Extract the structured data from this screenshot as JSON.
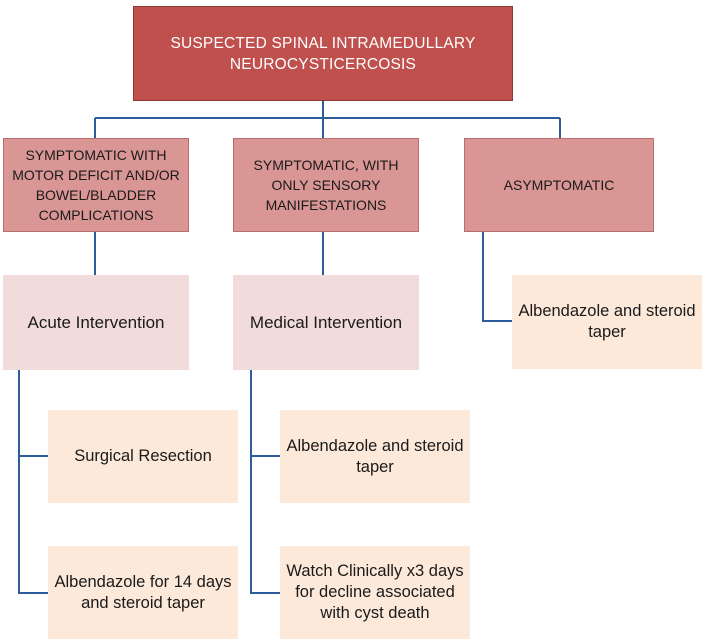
{
  "diagram": {
    "root": {
      "line1": "SUSPECTED SPINAL INTRAMEDULLARY",
      "line2": "NEUROCYSTICERCOSIS"
    },
    "categories": [
      {
        "lines": [
          "SYMPTOMATIC WITH",
          "MOTOR DEFICIT AND/OR",
          "BOWEL/BLADDER",
          "COMPLICATIONS"
        ]
      },
      {
        "lines": [
          "SYMPTOMATIC, WITH",
          "ONLY SENSORY",
          "MANIFESTATIONS"
        ]
      },
      {
        "lines": [
          "ASYMPTOMATIC"
        ]
      }
    ],
    "interventions": [
      {
        "label": "Acute Intervention"
      },
      {
        "label": "Medical Intervention"
      }
    ],
    "branch_left": [
      {
        "lines": [
          "Surgical Resection"
        ]
      },
      {
        "lines": [
          "Albendazole for 14 days",
          "and steroid taper"
        ]
      }
    ],
    "branch_middle": [
      {
        "lines": [
          "Albendazole and steroid",
          "taper"
        ]
      },
      {
        "lines": [
          "Watch Clinically x3 days",
          "for decline associated",
          "with cyst death"
        ]
      }
    ],
    "branch_right": [
      {
        "lines": [
          "Albendazole and steroid",
          "taper"
        ]
      }
    ],
    "colors": {
      "root_fill": "#c0504d",
      "category_fill": "#d99694",
      "intervention_fill": "#f2dcdb",
      "leaf_fill": "#fde9d9",
      "connector": "#2e5c9a"
    }
  }
}
